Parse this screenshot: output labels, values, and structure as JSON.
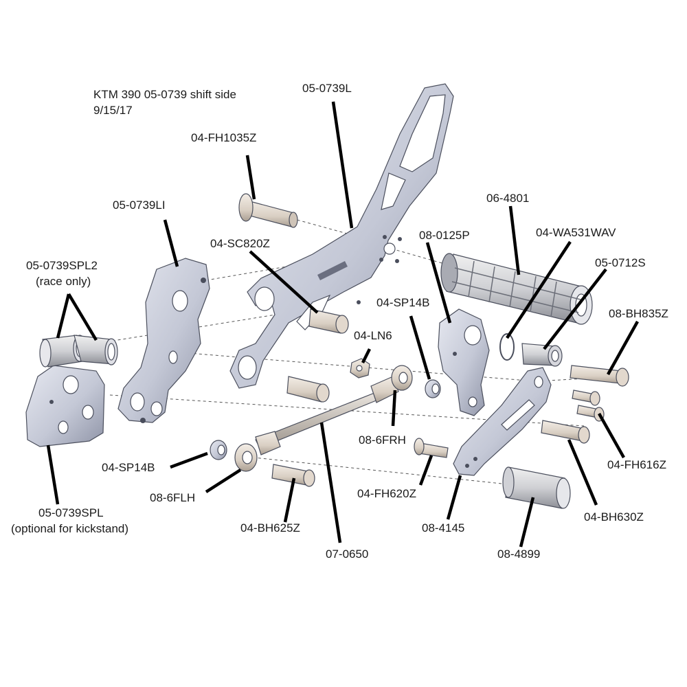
{
  "title": {
    "line1": "KTM 390 05-0739 shift side",
    "line2": "9/15/17"
  },
  "labels": {
    "lever_mount": "05-0739L",
    "screw_fh1035": "04-FH1035Z",
    "inner_plate": "05-0739LI",
    "spacer_race": "05-0739SPL2",
    "spacer_race_note": "(race only)",
    "screw_sc820": "04-SC820Z",
    "peg": "06-4801",
    "washer": "04-WA531WAV",
    "pivot_0125": "08-0125P",
    "spacer_0712": "05-0712S",
    "spacer_sp14b_upper": "04-SP14B",
    "bolt_bh835": "08-BH835Z",
    "nut_ln6": "04-LN6",
    "rod_end_frh": "08-6FRH",
    "spacer_sp14b_lower": "04-SP14B",
    "rod_end_flh": "08-6FLH",
    "bolt_bh625": "04-BH625Z",
    "linkage_rod": "07-0650",
    "screw_fh620": "04-FH620Z",
    "shift_lever": "08-4145",
    "screw_fh616": "04-FH616Z",
    "bolt_bh630": "04-BH630Z",
    "peg_sleeve": "08-4899",
    "kickstand_spacer": "05-0739SPL",
    "kickstand_note": "(optional for kickstand)"
  },
  "colors": {
    "part_fill": "#c9ccd8",
    "part_dark": "#8f93a3",
    "screw_fill": "#ddd3c8",
    "leader": "#000000"
  }
}
